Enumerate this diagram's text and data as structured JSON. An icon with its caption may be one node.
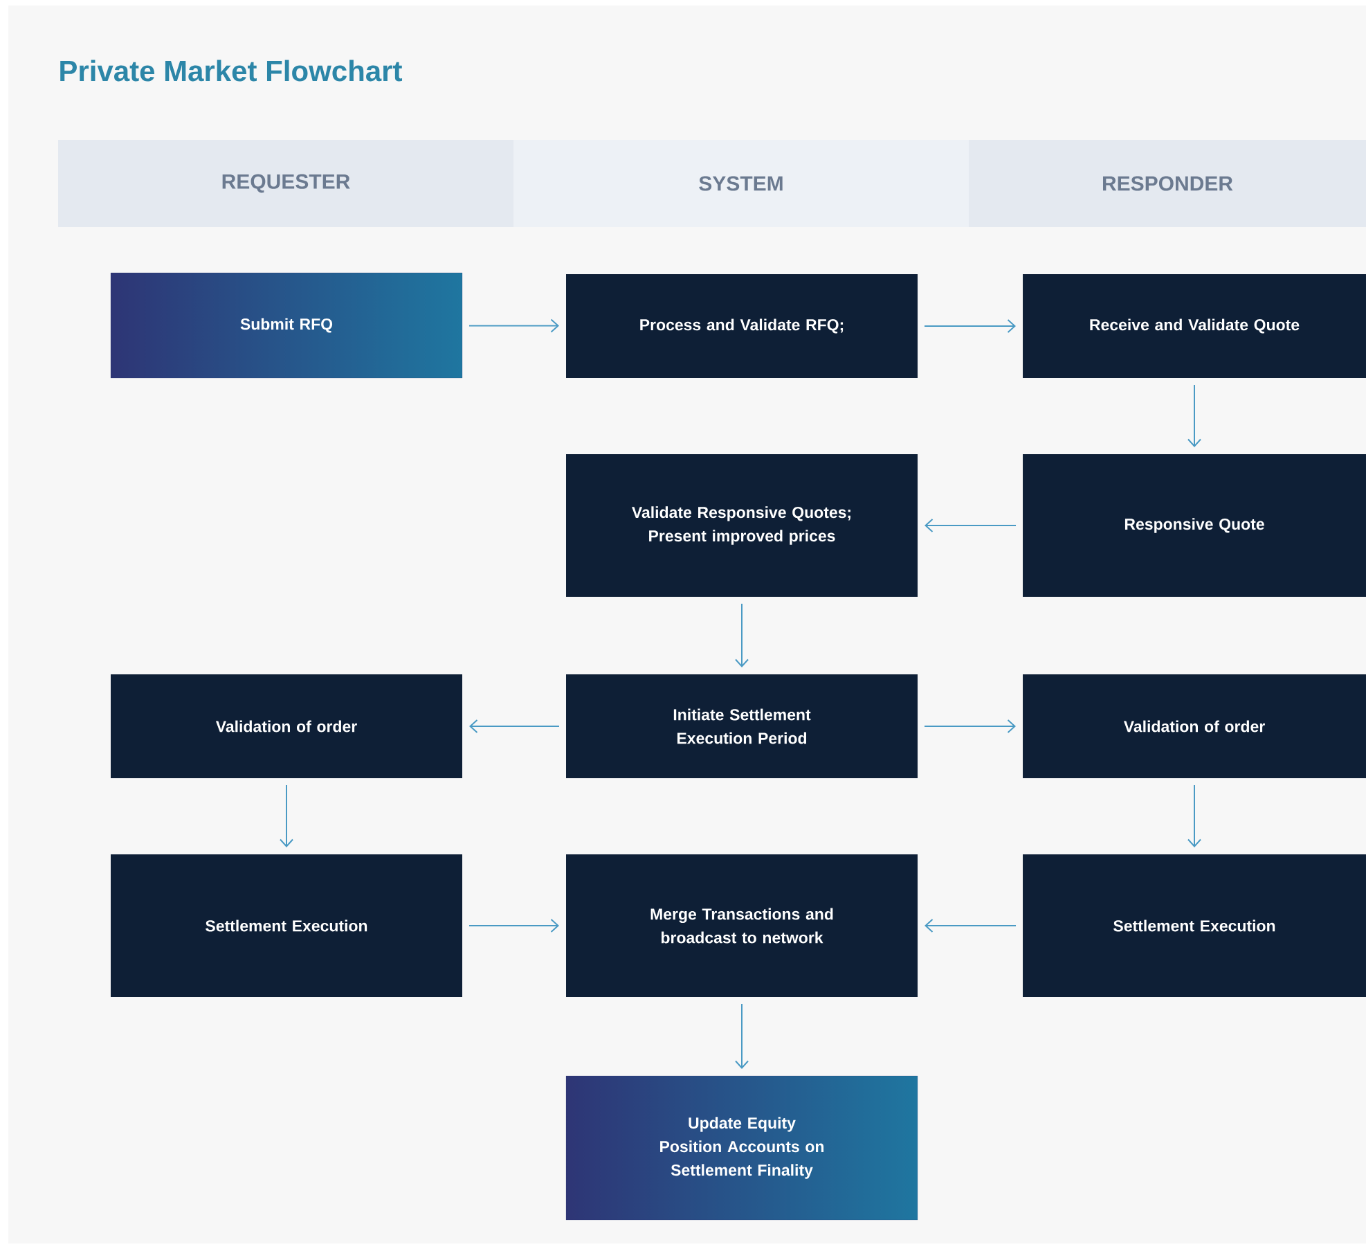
{
  "diagram": {
    "title": "Private Market Flowchart",
    "nodes": [
      {
        "text": [
          "REQUESTER"
        ]
      },
      {
        "text": [
          "SYSTEM"
        ]
      },
      {
        "text": [
          "RESPONDER"
        ]
      },
      {
        "text": [
          "Submit RFQ"
        ]
      },
      {
        "text": [
          "Process and Validate RFQ;"
        ]
      },
      {
        "text": [
          "Receive and Validate Quote"
        ]
      },
      {
        "text": [
          "Validate Responsive Quotes; Present improved prices"
        ]
      },
      {
        "text": [
          "Responsive Quote"
        ]
      },
      {
        "text": [
          "Validation of order"
        ]
      },
      {
        "text": [
          "Initiate Settlement Execution Period"
        ]
      },
      {
        "text": [
          "Validation of order"
        ]
      },
      {
        "text": [
          "Settlement Execution"
        ]
      },
      {
        "text": [
          "Merge Transactions and broadcast to network"
        ]
      },
      {
        "text": [
          "Settlement Execution"
        ]
      },
      {
        "text": [
          "Update Equity Position Accounts on Settlement Finality"
        ]
      }
    ],
    "edges": [
      {
        "from": 3,
        "to": 4,
        "arrow": "to"
      },
      {
        "from": 4,
        "to": 5,
        "arrow": "to"
      },
      {
        "from": 5,
        "to": 7,
        "arrow": "to"
      },
      {
        "from": 7,
        "to": 6,
        "arrow": "to"
      },
      {
        "from": 6,
        "to": 9,
        "arrow": "to"
      },
      {
        "from": 9,
        "to": 8,
        "arrow": "to"
      },
      {
        "from": 9,
        "to": 10,
        "arrow": "to"
      },
      {
        "from": 8,
        "to": 11,
        "arrow": "to"
      },
      {
        "from": 10,
        "to": 13,
        "arrow": "to"
      },
      {
        "from": 11,
        "to": 12,
        "arrow": "to"
      },
      {
        "from": 13,
        "to": 12,
        "arrow": "to"
      },
      {
        "from": 12,
        "to": 14,
        "arrow": "to"
      }
    ]
  }
}
